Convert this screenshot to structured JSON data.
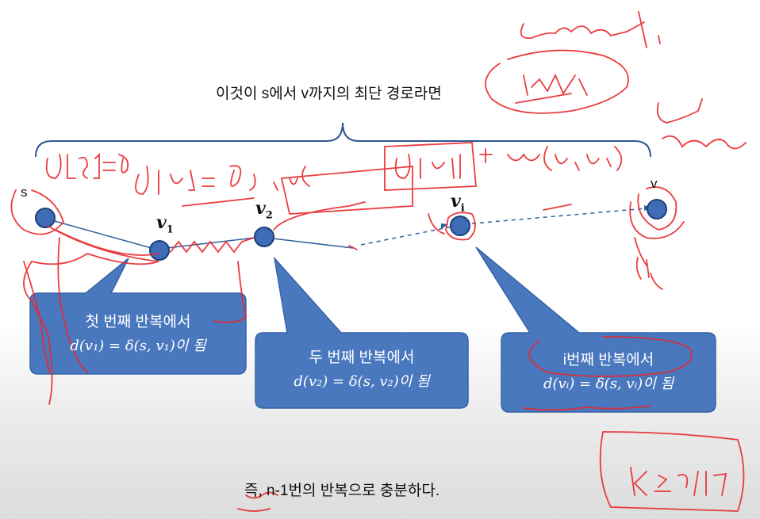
{
  "title": "이것이 s에서 v까지의 최단 경로라면",
  "nodes": {
    "s": "s",
    "v1": "v",
    "v1_sub": "1",
    "v2": "v",
    "v2_sub": "2",
    "vi": "v",
    "vi_sub": "i",
    "v": "v"
  },
  "callouts": [
    {
      "line1": "첫 번째 반복에서",
      "line2": "d(v₁) = δ(s, v₁)이 됨"
    },
    {
      "line1": "두 번째 반복에서",
      "line2": "d(v₂) = δ(s, v₂)이 됨"
    },
    {
      "line1": "i번째 반복에서",
      "line2": "d(vᵢ) = δ(s, vᵢ)이 됨"
    }
  ],
  "conclusion": "즉, n-1번의 반복으로 충분하다.",
  "colors": {
    "node_fill": "#3f6db5",
    "node_stroke": "#1f3f7a",
    "callout_fill": "#4a78bf",
    "brace": "#2f5597",
    "annotation": "#e8282c"
  }
}
